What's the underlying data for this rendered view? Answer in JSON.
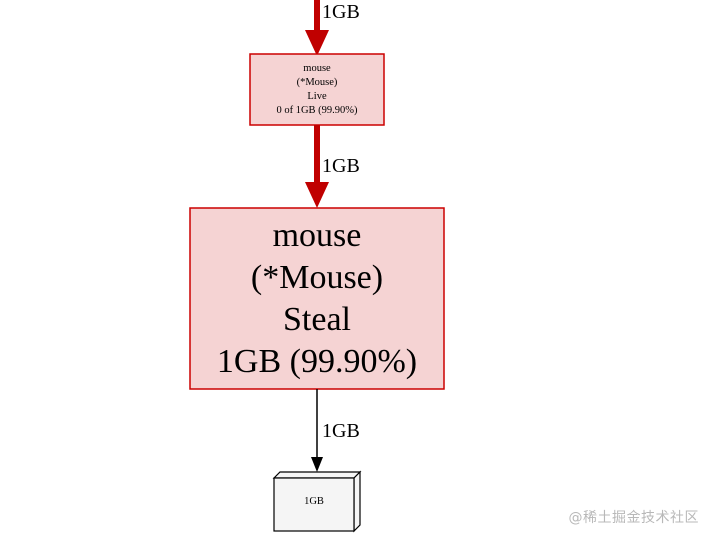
{
  "graph": {
    "edges": {
      "top_incoming_label": "1GB",
      "live_to_steal_label": "1GB",
      "steal_to_alloc_label": "1GB"
    },
    "nodes": {
      "live": {
        "line1": "mouse",
        "line2": "(*Mouse)",
        "line3": "Live",
        "line4": "0 of 1GB (99.90%)"
      },
      "steal": {
        "line1": "mouse",
        "line2": "(*Mouse)",
        "line3": "Steal",
        "line4": "1GB (99.90%)"
      },
      "alloc": {
        "label": "1GB"
      }
    },
    "colors": {
      "hot_edge": "#c00000",
      "hot_node_fill": "#f5d3d3",
      "hot_node_border": "#cc0000",
      "cold_edge": "#000000",
      "alloc_fill": "#f5f5f5"
    }
  },
  "watermark": "@稀土掘金技术社区"
}
